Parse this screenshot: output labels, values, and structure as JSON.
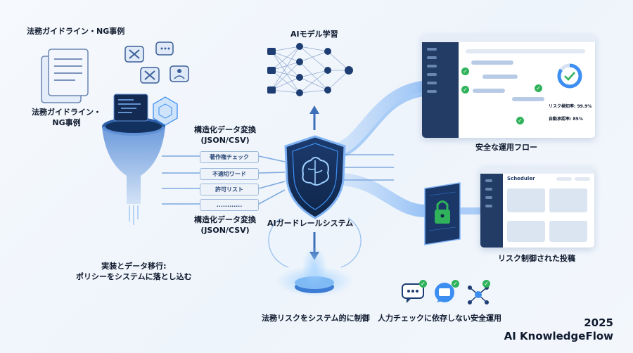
{
  "labels": {
    "source_top": "法務ガイドライン・NG事例",
    "source_mid": "法務ガイドライン・\nNG事例",
    "convert_top": "構造化データ変換\n(JSON/CSV)",
    "convert_bottom": "構造化データ変換\n(JSON/CSV)",
    "ai_training": "AIモデル学習",
    "guardrail": "AIガードレールシステム",
    "safe_flow": "安全な運用フロー",
    "controlled_post": "リスク制御された投稿",
    "implementation": "実装とデータ移行:\nポリシーをシステムに落とし込む",
    "legal_risk": "法務リスクをシステム的に制御",
    "no_human": "人力チェックに依存しない安全運用"
  },
  "tags": [
    "著作権チェック",
    "不適切ワード",
    "許可リスト",
    "............"
  ],
  "dashboard": {
    "stat1": "リスク検知率: 99.9%",
    "stat2": "自動承認率: 85%"
  },
  "scheduler": {
    "title": "Scheduler"
  },
  "brand": {
    "year": "2025",
    "name": "AI KnowledgeFlow"
  },
  "colors": {
    "accent": "#3c8ef0",
    "navy": "#16305a",
    "check": "#2fb25a",
    "sidebar": "#233c66"
  }
}
